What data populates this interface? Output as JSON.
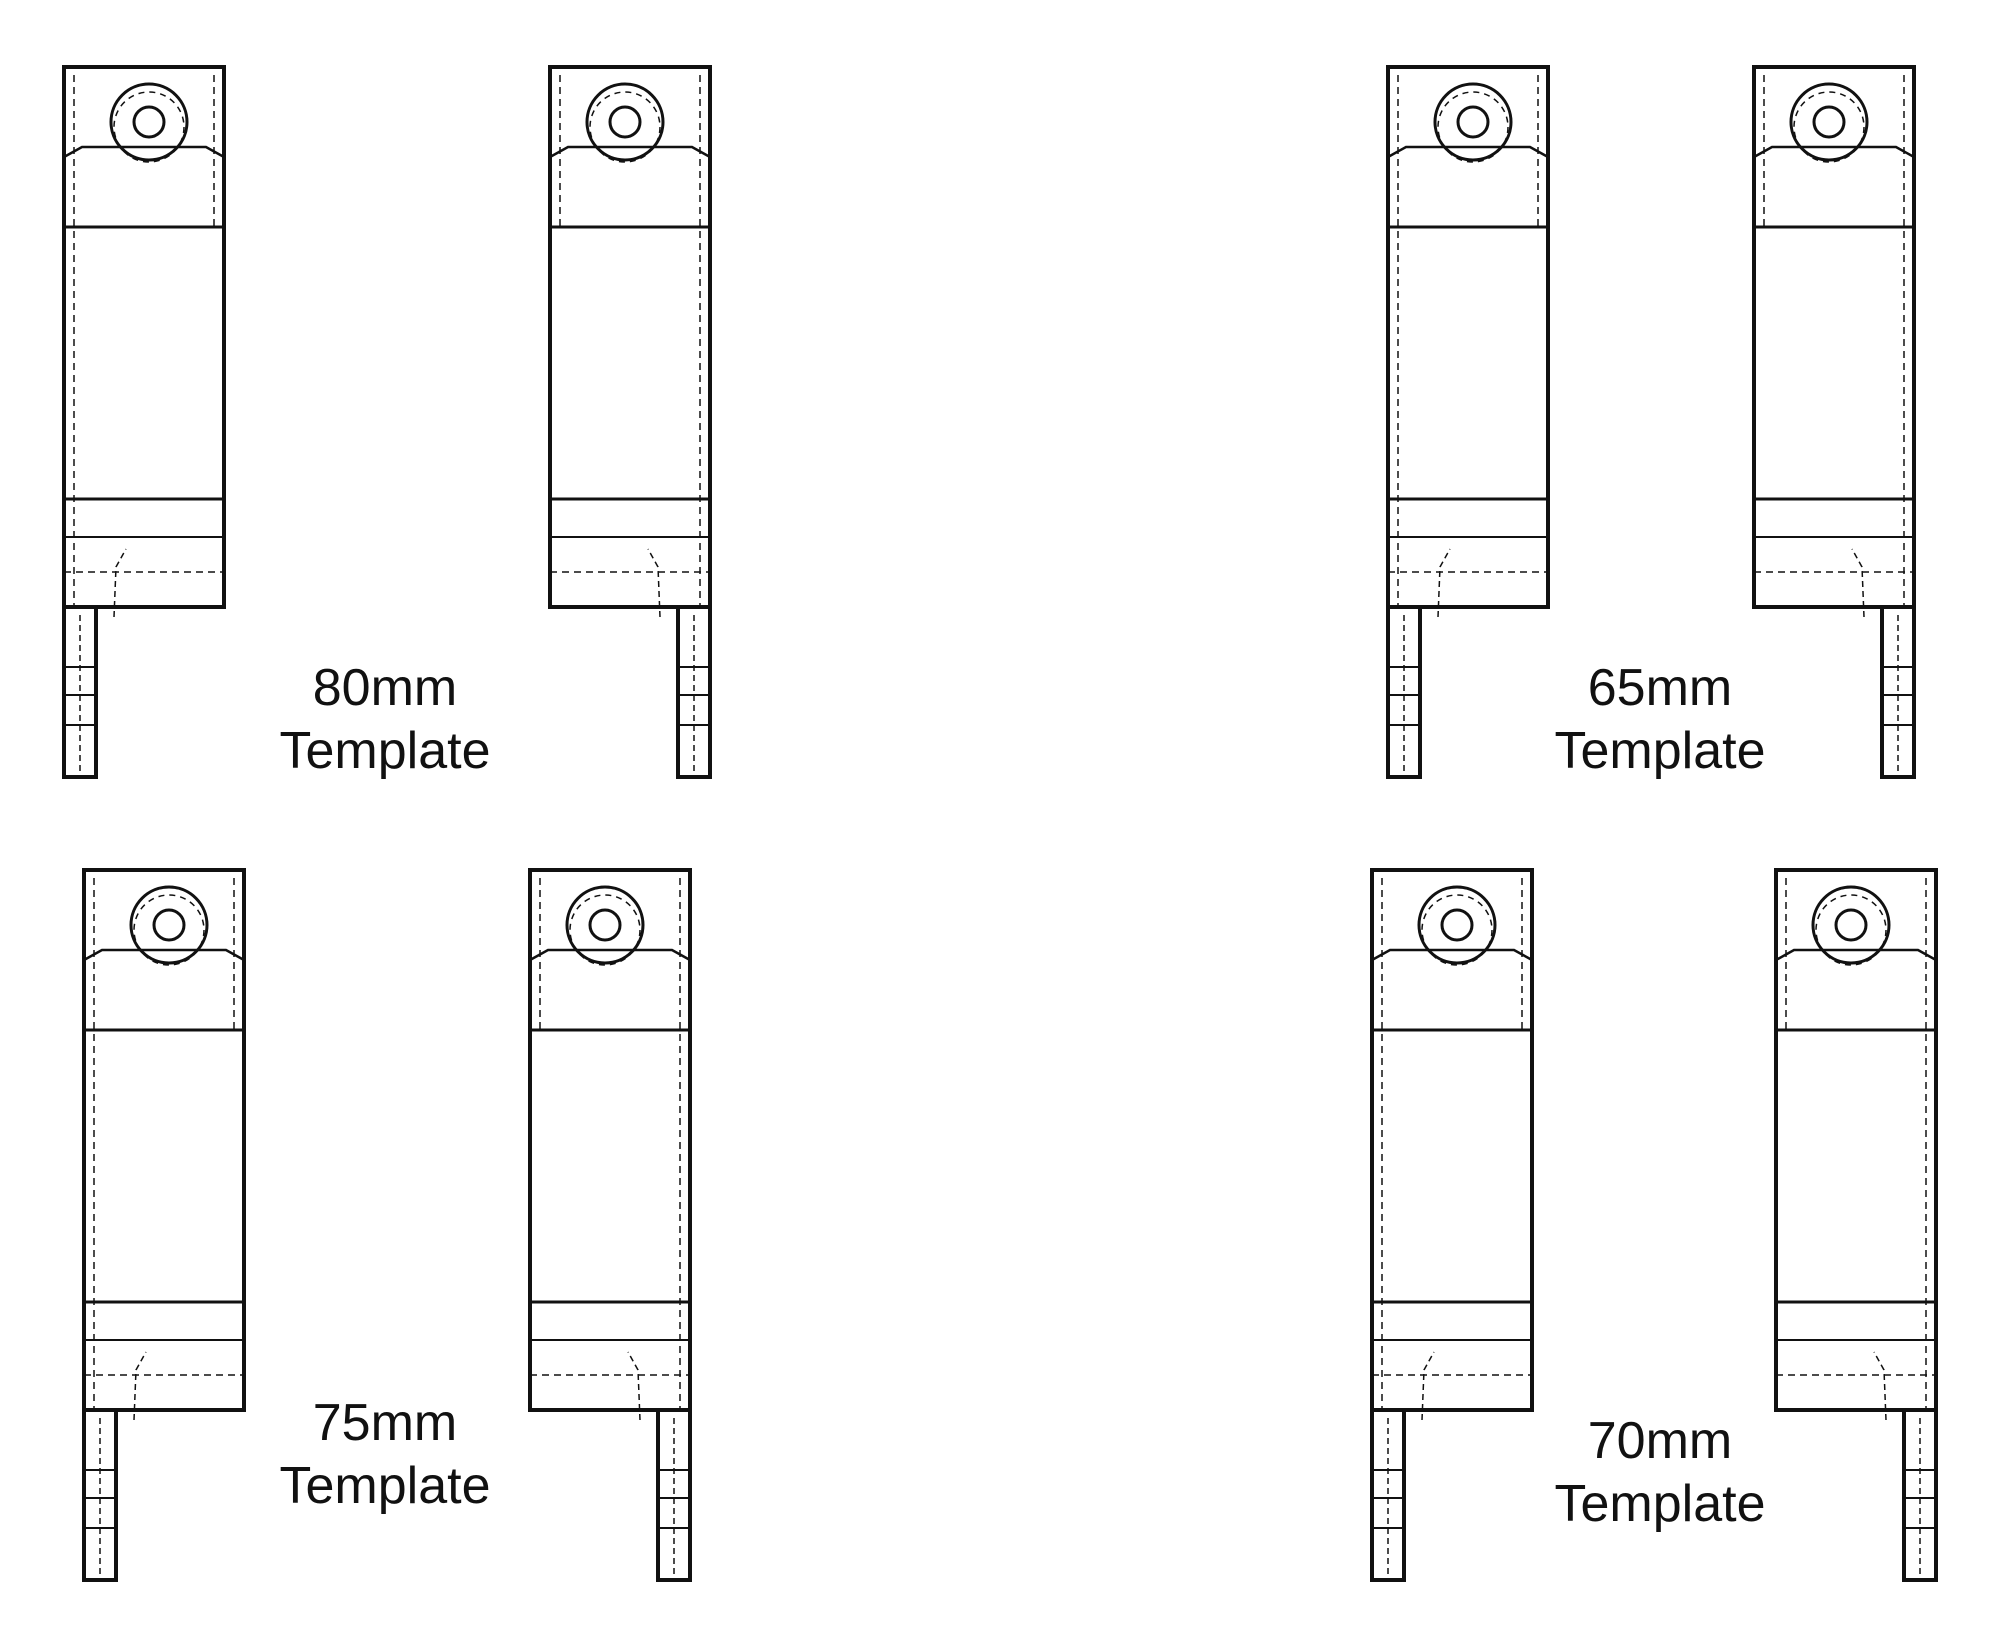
{
  "colors": {
    "ink": "#111111",
    "background": "#ffffff"
  },
  "groups": [
    {
      "id": "g80",
      "label_line1": "80mm",
      "label_line2": "Template",
      "variant": "thin"
    },
    {
      "id": "g65",
      "label_line1": "65mm",
      "label_line2": "Template",
      "variant": "bold"
    },
    {
      "id": "g75",
      "label_line1": "75mm",
      "label_line2": "Template",
      "variant": "thin"
    },
    {
      "id": "g70",
      "label_line1": "70mm",
      "label_line2": "Template",
      "variant": "thin"
    }
  ]
}
